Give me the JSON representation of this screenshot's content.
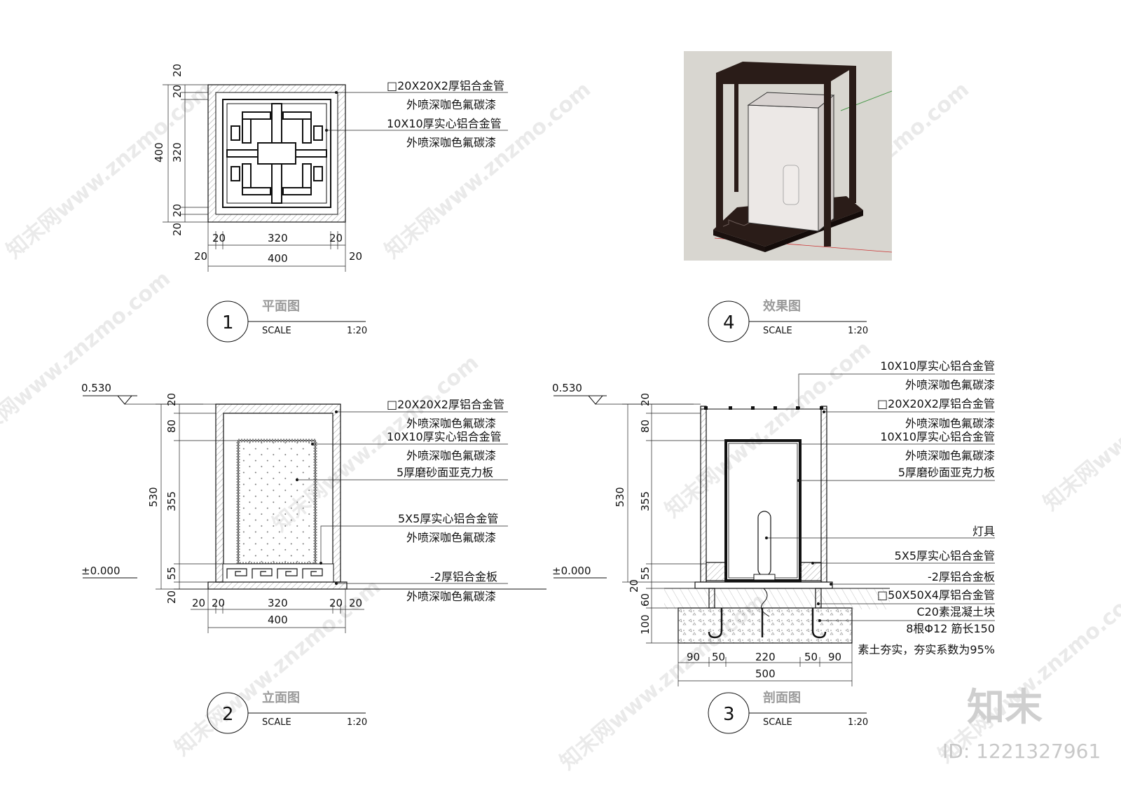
{
  "drawings": {
    "plan": {
      "number": "1",
      "title": "平面图",
      "scale_label": "SCALE",
      "scale": "1:20",
      "notes": [
        "□20X20X2厚铝合金管",
        "外喷深咖色氟碳漆",
        "10X10厚实心铝合金管",
        "外喷深咖色氟碳漆"
      ],
      "dims_left": [
        "20",
        "20",
        "320",
        "20",
        "20",
        "400"
      ],
      "dims_bottom": [
        "20",
        "320",
        "20",
        "20",
        "400",
        "20"
      ]
    },
    "render": {
      "number": "4",
      "title": "效果图",
      "scale_label": "SCALE",
      "scale": "1:20"
    },
    "elevation": {
      "number": "2",
      "title": "立面图",
      "scale_label": "SCALE",
      "scale": "1:20",
      "level_top": "0.530",
      "level_base": "±0.000",
      "notes": [
        "□20X20X2厚铝合金管",
        "外喷深咖色氟碳漆",
        "10X10厚实心铝合金管",
        "外喷深咖色氟碳漆",
        "5厚磨砂面亚克力板",
        "5X5厚实心铝合金管",
        "外喷深咖色氟碳漆",
        "-2厚铝合金板",
        "外喷深咖色氟碳漆"
      ],
      "dims_left": [
        "20",
        "80",
        "355",
        "55",
        "20",
        "530"
      ],
      "dims_bottom": [
        "20",
        "20",
        "320",
        "20",
        "20",
        "400"
      ]
    },
    "section": {
      "number": "3",
      "title": "剖面图",
      "scale_label": "SCALE",
      "scale": "1:20",
      "level_top": "0.530",
      "level_base": "±0.000",
      "notes": [
        "10X10厚实心铝合金管",
        "外喷深咖色氟碳漆",
        "□20X20X2厚铝合金管",
        "外喷深咖色氟碳漆",
        "10X10厚实心铝合金管",
        "外喷深咖色氟碳漆",
        "5厚磨砂面亚克力板",
        "灯具",
        "5X5厚实心铝合金管",
        "-2厚铝合金板",
        "□50X50X4厚铝合金管",
        "C20素混凝土块",
        "8根Φ12  筋长150",
        "素土夯实，夯实系数为95%"
      ],
      "dims_left": [
        "20",
        "80",
        "355",
        "55",
        "20",
        "60",
        "100",
        "530"
      ],
      "dims_bottom": [
        "90",
        "50",
        "220",
        "50",
        "90",
        "500"
      ]
    }
  },
  "watermarks": {
    "site": "知末网www.znzmo.com",
    "logo": "知末",
    "id": "ID: 1221327961"
  },
  "colors": {
    "frame": "#2a1c18",
    "panel": "#e8e4e0",
    "ground": "#d8d6d0"
  }
}
